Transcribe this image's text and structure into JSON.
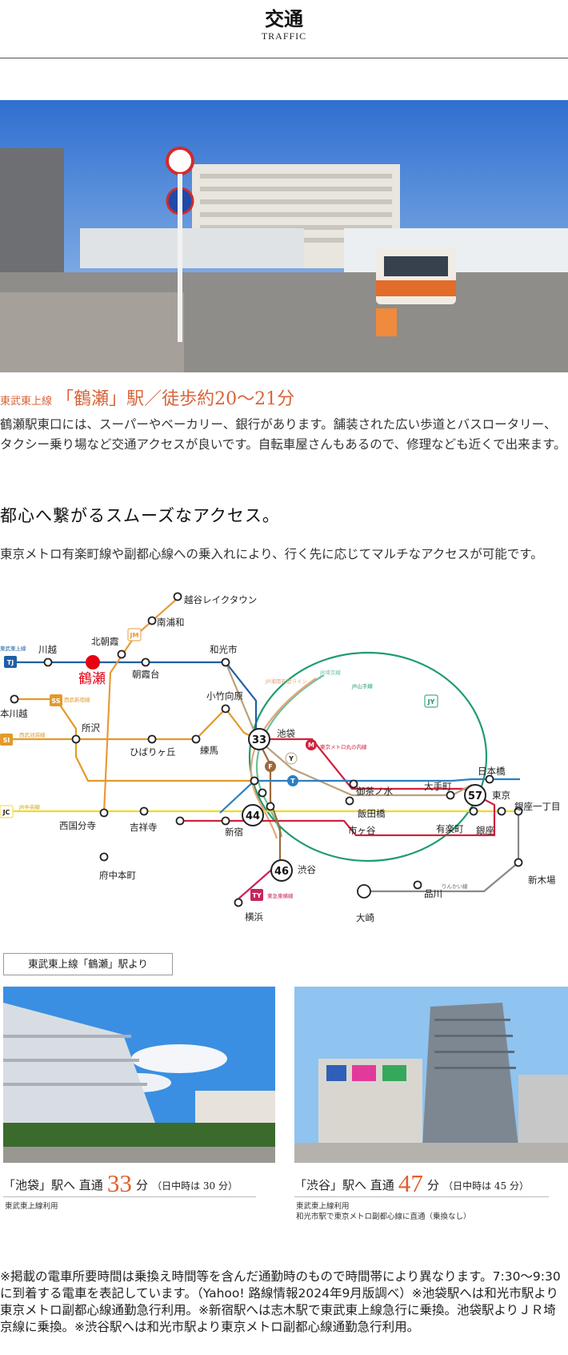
{
  "header": {
    "title_jp": "交通",
    "title_en": "TRAFFIC"
  },
  "station": {
    "line": "東武東上線",
    "name": "「鶴瀬」駅／徒歩約20～21分",
    "description": "鶴瀬駅東口には、スーパーやベーカリー、銀行があります。舗装された広い歩道とバスロータリー、タクシー乗り場など交通アクセスが良いです。自転車屋さんもあるので、修理なども近くで出来ます。"
  },
  "access_section": {
    "title": "都心へ繋がるスムーズなアクセス。",
    "lead": "東京メトロ有楽町線や副都心線への乗入れにより、行く先に応じてマルチなアクセスが可能です。"
  },
  "map": {
    "lines": {
      "tj": "東武東上線",
      "jm": "JM",
      "ss": "西武新宿線",
      "si": "西武池袋線",
      "jc": "JR中央線",
      "jy": "JY",
      "ty": "東急東横線",
      "yamanote": "JR山手線",
      "shonan": "JR湘南新宿ライン",
      "saikyo": "JR埼京線",
      "marunouchi": "東京メトロ丸の内線",
      "rinkai": "りんかい線"
    },
    "badges": {
      "tj": "TJ",
      "ss": "SS",
      "si": "SI",
      "jc": "JC",
      "m": "M",
      "y": "Y",
      "f": "F",
      "t": "T",
      "jy": "JY",
      "ty": "TY",
      "jm": "JM"
    },
    "stations": {
      "koshigaya": "越谷レイクタウン",
      "minamiurawa": "南浦和",
      "kitaasaka": "北朝霞",
      "kawagoe": "川越",
      "tsuruse": "鶴瀬",
      "asakadai": "朝霞台",
      "wakoshi": "和光市",
      "hon_kawagoe": "本川越",
      "tokorozawa": "所沢",
      "hibarigaoka": "ひばりヶ丘",
      "nerima": "練馬",
      "kotakemukaihara": "小竹向原",
      "ikebukuro": "池袋",
      "kokubunji": "西国分寺",
      "kichijoji": "吉祥寺",
      "shinjuku": "新宿",
      "fuchuhommachi": "府中本町",
      "shibuya": "渋谷",
      "yokohama": "横浜",
      "osaki": "大崎",
      "shinagawa": "品川",
      "shinkiba": "新木場",
      "ochanomizu": "御茶ノ水",
      "iidabashi": "飯田橋",
      "ichigaya": "市ヶ谷",
      "otemachi": "大手町",
      "nihombashi": "日本橋",
      "tokyo": "東京",
      "ginza": "銀座",
      "ginza1": "銀座一丁目",
      "yurakucho": "有楽町"
    },
    "times": {
      "ikebukuro": "33",
      "shinjuku": "44",
      "shibuya": "46",
      "tokyo": "57"
    }
  },
  "from_badge": "東武東上線「鶴瀬」駅より",
  "destinations": [
    {
      "label": "「池袋」駅へ 直通",
      "minutes": "33",
      "unit": "分",
      "note": "（日中時は 30 分）",
      "sub1": "東武東上線利用",
      "sub2": ""
    },
    {
      "label": "「渋谷」駅へ 直通",
      "minutes": "47",
      "unit": "分",
      "note": "（日中時は 45 分）",
      "sub1": "東武東上線利用",
      "sub2": "和光市駅で東京メトロ副都心線に直通（乗換なし）"
    }
  ],
  "footnote": "※掲載の電車所要時間は乗換え時間等を含んだ通勤時のもので時間帯により異なります。7:30～9:30に到着する電車を表記しています。（Yahoo! 路線情報2024年9月版調べ）※池袋駅へは和光市駅より東京メトロ副都心線通勤急行利用。※新宿駅へは志木駅で東武東上線急行に乗換。池袋駅よりＪＲ埼京線に乗換。※渋谷駅へは和光市駅より東京メトロ副都心線通勤急行利用。",
  "colors": {
    "accent": "#e0602e",
    "tobu": "#1f5fa6",
    "seibu": "#e29a2a",
    "jr_chuo": "#f2d82a",
    "yamanote": "#1f9c6e",
    "marunouchi": "#d0223c",
    "tokyu": "#c7255f",
    "metro_grey": "#9b8b7a"
  }
}
